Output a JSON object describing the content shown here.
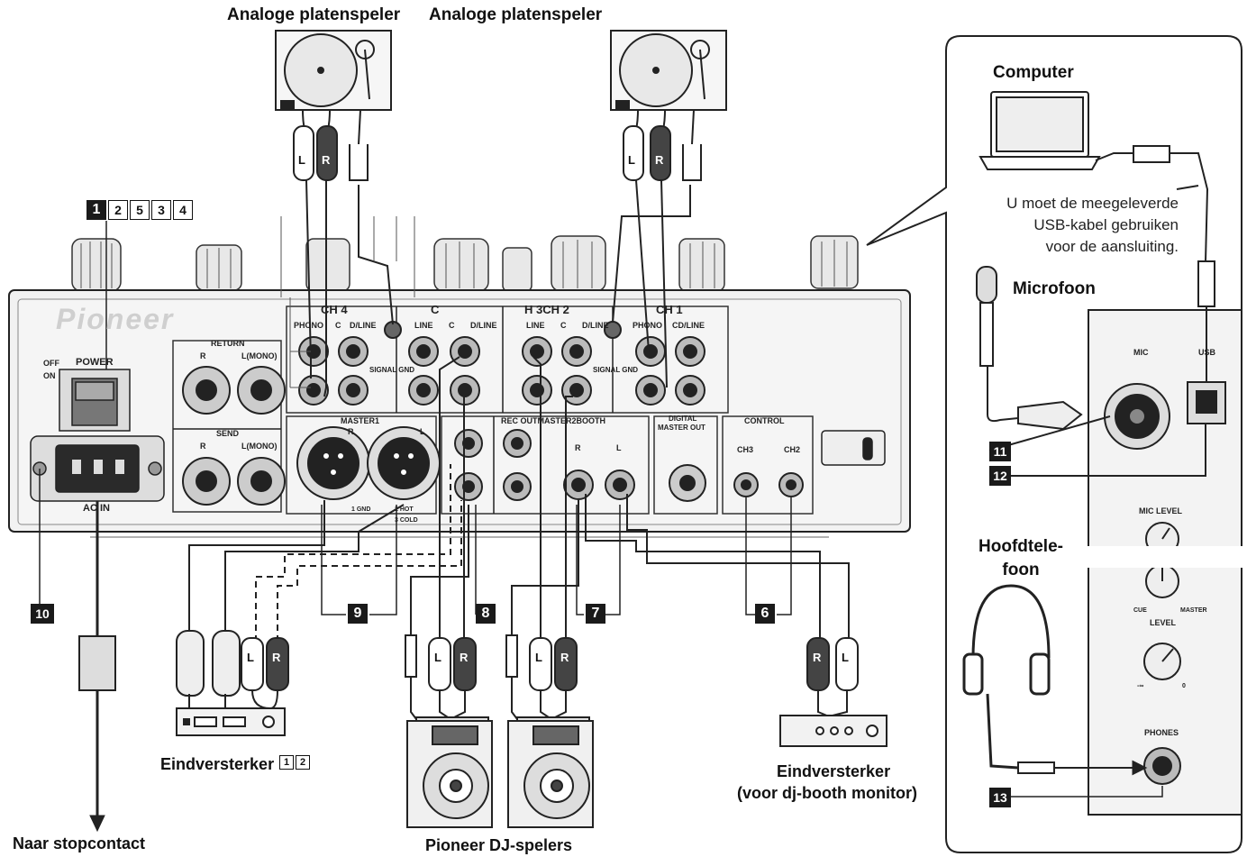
{
  "labels": {
    "turntable_left": "Analoge platenspeler",
    "turntable_right": "Analoge platenspeler",
    "computer": "Computer",
    "usb_note": [
      "U moet de meegeleverde",
      "USB-kabel gebruiken",
      "voor de aansluiting."
    ],
    "microphone": "Microfoon",
    "headphones": [
      "Hoofdtele-",
      "foon"
    ],
    "amp_main": "Eindversterker",
    "amp_main_refs": [
      "1",
      "2"
    ],
    "amp_booth": [
      "Eindversterker",
      "(voor dj-booth monitor)"
    ],
    "dj_players": "Pioneer DJ-spelers",
    "outlet": "Naar stopcontact"
  },
  "power_badges": [
    "1",
    "2",
    "5",
    "3",
    "4"
  ],
  "callouts": [
    "6",
    "7",
    "8",
    "9",
    "10",
    "11",
    "12",
    "13"
  ],
  "panel": {
    "brand": "Pioneer",
    "off": "OFF",
    "on": "ON",
    "power": "POWER",
    "ac_in": "AC IN",
    "return": "RETURN",
    "send": "SEND",
    "r": "R",
    "l_mono": "L(MONO)",
    "ch4": "CH 4",
    "ch3": "C",
    "ch2": "H 3CH 2",
    "ch1": "CH 1",
    "phono": "PHONO",
    "cd_line": "CD/LINE",
    "d_line": "D/LINE",
    "line": "LINE",
    "c": "C",
    "signal_gnd": "SIGNAL GND",
    "master1": "MASTER1",
    "rec_out": "REC OUTMASTER2BOOTH",
    "digital_master_out": [
      "DIGITAL",
      "MASTER OUT"
    ],
    "control": "CONTROL",
    "control_ch3": "CH3",
    "control_ch2": "CH2",
    "xlr_pins": [
      "1 GND",
      "2 HOT",
      "3 COLD"
    ],
    "l": "L"
  },
  "side_panel": {
    "mic": "MIC",
    "usb": "USB",
    "mic_level": "MIC LEVEL",
    "cue": "CUE",
    "master": "MASTER",
    "level": "LEVEL",
    "phones": "PHONES",
    "min": "-∞",
    "max": "0"
  },
  "plugs": {
    "left": "L",
    "right": "R"
  }
}
